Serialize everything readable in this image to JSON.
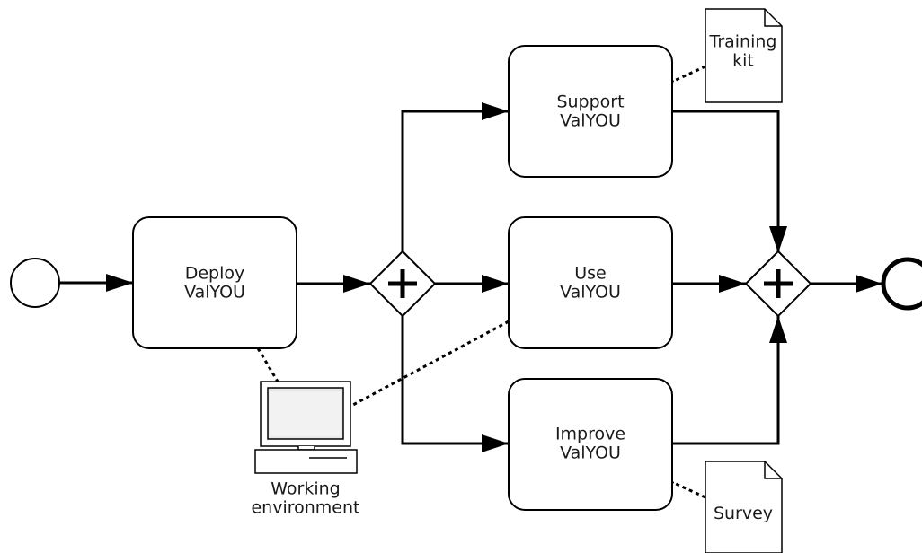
{
  "diagram": {
    "tasks": {
      "deploy": "Deploy\nValYOU",
      "support": "Support\nValYOU",
      "use": "Use\nValYOU",
      "improve": "Improve\nValYOU"
    },
    "data_objects": {
      "training_kit": "Training\nkit",
      "survey": "Survey"
    },
    "resource": {
      "working_environment": "Working\nenvironment",
      "icon": "computer-icon"
    },
    "gateways": {
      "split": "parallel-gateway",
      "join": "parallel-gateway"
    },
    "events": {
      "start": "start-event",
      "end": "end-event"
    }
  }
}
